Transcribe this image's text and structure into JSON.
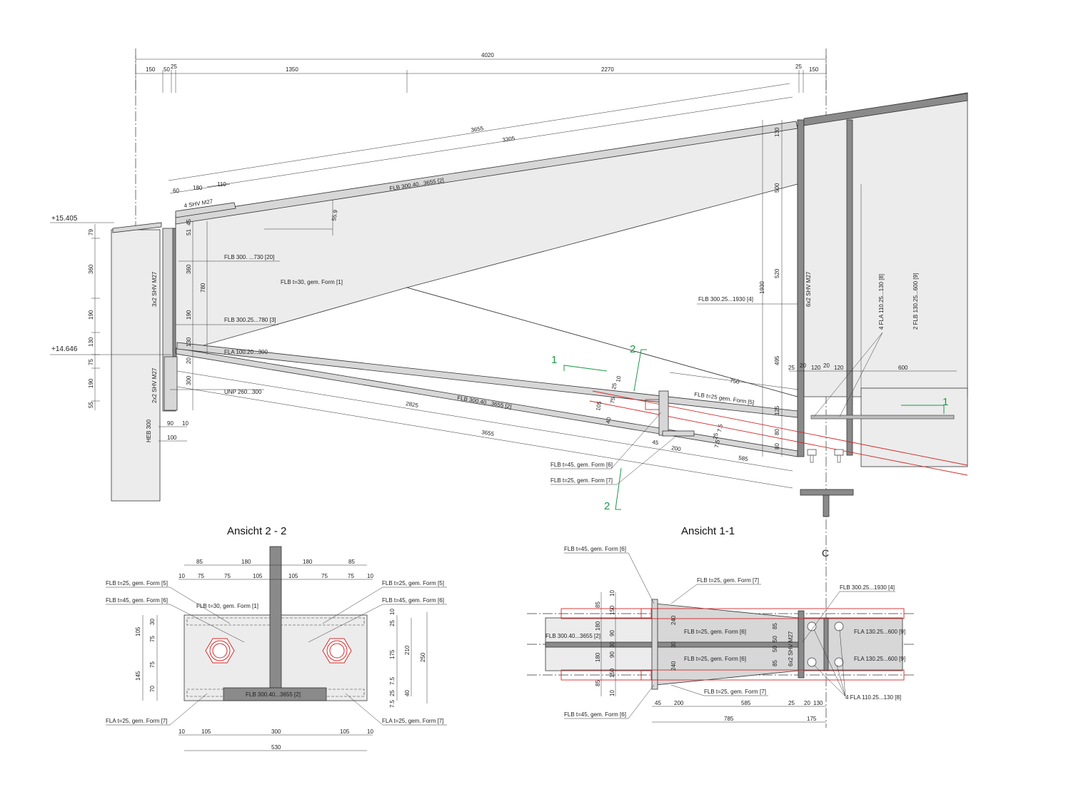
{
  "views": {
    "elevation": {
      "overall_dims": [
        "4020",
        "150",
        "50",
        "25",
        "1350",
        "2270",
        "25",
        "150"
      ],
      "levels": [
        "+15.405",
        "+14.646"
      ],
      "left_col_dims": [
        "79",
        "360",
        "190",
        "130",
        "75",
        "190",
        "55"
      ],
      "inner_dims": [
        "51",
        "45",
        "360",
        "780",
        "190",
        "130",
        "20",
        "300"
      ],
      "top_dims": [
        "3655",
        "3305",
        "60",
        "180",
        "110",
        "55.9"
      ],
      "bottom_dims": [
        "90",
        "10",
        "100",
        "2825",
        "3655",
        "585",
        "200",
        "45",
        "7.5",
        "7.5",
        "25",
        "105",
        "75",
        "40",
        "25",
        "10"
      ],
      "right_dims": [
        "130",
        "500",
        "520",
        "1930",
        "495",
        "125",
        "80",
        "80",
        "25",
        "20",
        "120",
        "20",
        "120",
        "600",
        "750"
      ],
      "labels": {
        "flb_top": "FLB 300.40...3655 [2]",
        "shv_top": "4 SHV M27",
        "flb_730": "FLB 300.   ...730 [20]",
        "flb_form1": "FLB t=30, gem. Form [1]",
        "flb_780": "FLB 300.25...780 [3]",
        "fla_300": "FLA 100.20...300",
        "unp": "UNP 260...300",
        "flb_bottom": "FLB 300.40...3655 [2]",
        "heb": "HEB 300",
        "shv_3x2": "3x2 SHV M27",
        "shv_2x2": "2x2 SHV M27",
        "flb_1930": "FLB 300.25...1930 [4]",
        "shv_6x2": "6x2 SHV M27",
        "fla_8": "4 FLA 110.25...130 [8]",
        "flb_9": "2 FLB 130.25...600 [9]",
        "flb_form5": "FLB t=25 gem. Form [5]",
        "flb_form6": "FLB t=45, gem. Form [6]",
        "flb_form7": "FLB t=25, gem. Form [7]"
      },
      "section_marks": [
        "1",
        "2",
        "2",
        "1"
      ]
    },
    "view22": {
      "title": "Ansicht 2 - 2",
      "top_dims": [
        "85",
        "180",
        "180",
        "85",
        "10",
        "75",
        "75",
        "105",
        "105",
        "75",
        "75",
        "10"
      ],
      "left_dims": [
        "30",
        "105",
        "75",
        "75",
        "145",
        "70"
      ],
      "right_dims": [
        "10",
        "25",
        "175",
        "7.5",
        "25",
        "7.5",
        "210",
        "250",
        "40"
      ],
      "bottom_dims": [
        "10",
        "105",
        "300",
        "105",
        "10",
        "530"
      ],
      "labels": {
        "l1": "FLB t=25, gem. Form [5]",
        "l2": "FLB t=45, gem. Form [6]",
        "l3": "FLB t=30, gem. Form [1]",
        "r1": "FLB t=25, gem. Form [5]",
        "r2": "FLB t=45, gem. Form [6]",
        "plate": "FLB 300.40...3655 [2]",
        "bl": "FLA t=25, gem. Form [7]",
        "br": "FLA t=25, gem. Form [7]"
      }
    },
    "view11": {
      "title": "Ansicht 1-1",
      "axis": "C",
      "left_dims": [
        "10",
        "85",
        "150",
        "180",
        "90",
        "30",
        "90",
        "180",
        "150",
        "85",
        "10"
      ],
      "mid_dims": [
        "240",
        "30",
        "240",
        "85",
        "50",
        "50",
        "85"
      ],
      "bottom_dims": [
        "45",
        "200",
        "585",
        "25",
        "20",
        "130",
        "785",
        "175"
      ],
      "labels": {
        "t1": "FLB t=45, gem. Form [6]",
        "t2": "FLB t=25, gem. Form [7]",
        "t3": "FLB 300.25...1930 [4]",
        "main": "FLB 300.40...3655 [2]",
        "up": "FLB t=25, gem. Form [6]",
        "lo": "FLB t=25, gem. Form [6]",
        "shv": "6x2 SHV M27",
        "r1": "FLA 130.25...600 [9]",
        "r2": "FLA 130.25...600 [9]",
        "fla": "4 FLA 110.25...130 [8]",
        "b1": "FLB t=25, gem. Form [7]",
        "b2": "FLB t=45, gem. Form [6]"
      }
    }
  }
}
